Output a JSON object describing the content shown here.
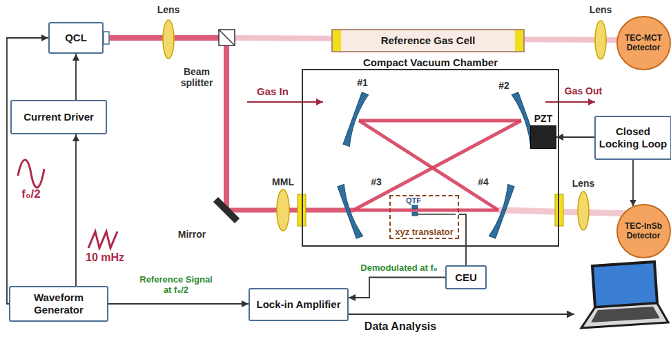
{
  "diagram": {
    "nodes": [
      {
        "text": [
          "QCL"
        ]
      },
      {
        "text": [
          "Reference Gas Cell"
        ]
      },
      {
        "text": [
          "TEC-MCT Detector"
        ]
      },
      {
        "text": [
          "Compact Vacuum Chamber"
        ]
      },
      {
        "text": [
          "PZT"
        ],
        "in": 3
      },
      {
        "text": [
          "QTF",
          "xyz translator"
        ],
        "in": 3
      },
      {
        "text": [
          "Closed Locking Loop"
        ]
      },
      {
        "text": [
          "Current Driver"
        ]
      },
      {
        "text": [
          "TEC-InSb Detector"
        ]
      },
      {
        "text": [
          "Waveform Generator"
        ]
      },
      {
        "text": [
          "CEU"
        ]
      },
      {
        "text": [
          "Lock-in Amplifier"
        ]
      }
    ],
    "edges": [
      {
        "from": 9,
        "to": 0,
        "arrow": "to"
      },
      {
        "from": 7,
        "to": 0,
        "arrow": "to"
      },
      {
        "from": 9,
        "to": 7,
        "arrow": "to"
      },
      {
        "from": 6,
        "to": 4,
        "arrow": "to"
      },
      {
        "from": 6,
        "to": 8,
        "arrow": "to"
      },
      {
        "from": 5,
        "to": 10,
        "arrow": "none"
      },
      {
        "from": 9,
        "to": 11,
        "arrow": "to",
        "label": "Reference Signal at f₀/2"
      },
      {
        "from": 10,
        "to": 11,
        "arrow": "to",
        "label": "Demodulated at f₀"
      }
    ],
    "labels": [
      "Lens",
      "Beam splitter",
      "Lens",
      "Gas In",
      "Gas Out",
      "#1",
      "#2",
      "#3",
      "#4",
      "MML",
      "Mirror",
      "Lens",
      "f₀/2",
      "10 mHz",
      "Data Analysis"
    ]
  }
}
